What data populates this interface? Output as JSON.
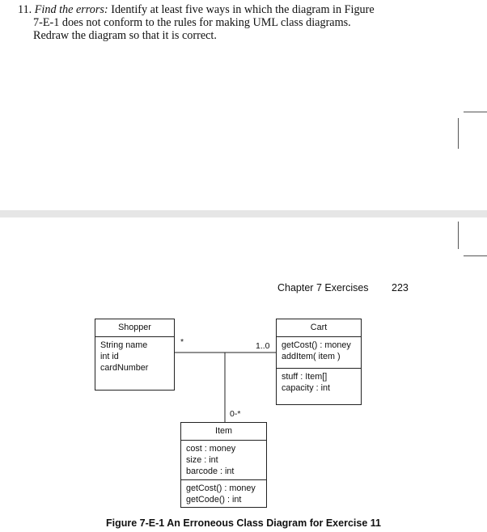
{
  "exercise": {
    "number": "11.",
    "title": "Find the errors:",
    "lines": [
      "Identify at least five ways in which the diagram in Figure",
      "7-E-1 does not conform to the rules for making UML class diagrams.",
      "Redraw the diagram so that it is correct."
    ]
  },
  "page_header": {
    "chapter": "Chapter 7 Exercises",
    "page_number": "223"
  },
  "diagram": {
    "shopper": {
      "name": "Shopper",
      "attributes": [
        "String name",
        "int id",
        "cardNumber"
      ]
    },
    "cart": {
      "name": "Cart",
      "operations": [
        "getCost() : money",
        "addItem( item )"
      ],
      "attributes": [
        "stuff : Item[]",
        "capacity : int"
      ]
    },
    "item": {
      "name": "Item",
      "attributes": [
        "cost : money",
        "size : int",
        "barcode : int"
      ],
      "operations": [
        "getCost() : money",
        "getCode() : int"
      ]
    },
    "multiplicities": {
      "shopper_end": "*",
      "cart_end": "1..0",
      "item_end": "0-*"
    }
  },
  "caption": "Figure 7-E-1 An Erroneous Class Diagram for Exercise 11"
}
